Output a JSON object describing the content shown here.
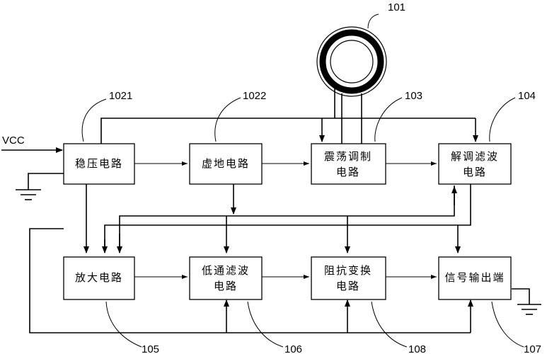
{
  "input_label": "VCC",
  "blocks": {
    "regulator": [
      "稳压电路"
    ],
    "virtual_ground": [
      "虚地电路"
    ],
    "oscillator_modulator": [
      "震荡调制",
      "电路"
    ],
    "demod_filter": [
      "解调滤波",
      "电路"
    ],
    "amplifier": [
      "放大电路"
    ],
    "lowpass_filter": [
      "低通滤波",
      "电路"
    ],
    "impedance_transform": [
      "阻抗变换",
      "电路"
    ],
    "signal_output": [
      "信号输出端"
    ]
  },
  "refs": {
    "sensor": "101",
    "regulator": "1021",
    "virtual_ground": "1022",
    "oscillator_modulator": "103",
    "demod_filter": "104",
    "amplifier": "105",
    "lowpass_filter": "106",
    "impedance_transform": "108",
    "signal_output": "107"
  }
}
